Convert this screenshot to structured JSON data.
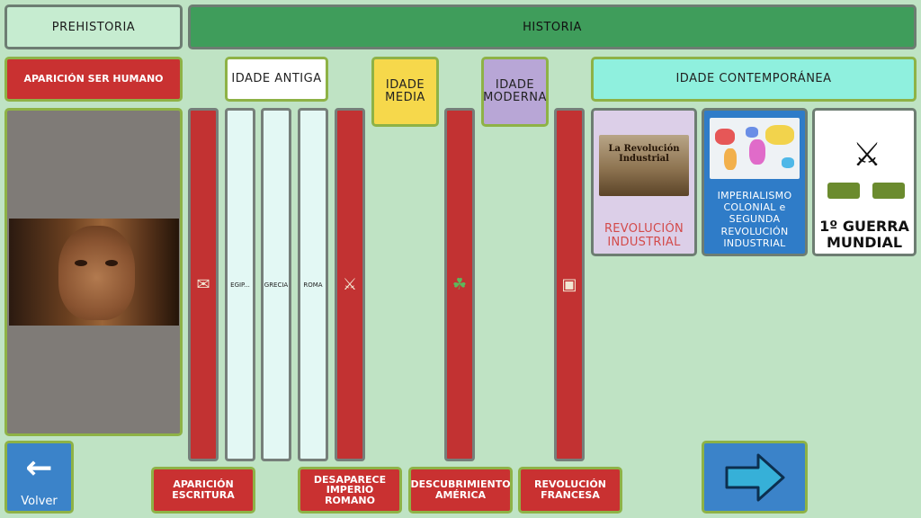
{
  "header": {
    "prehistoria": "PREHISTORIA",
    "historia": "HISTORIA"
  },
  "labels": {
    "aparicion_ser_humano": "APARICIÓN SER HUMANO",
    "aparicion_escritura": "APARICIÓN ESCRITURA",
    "desaparece_imperio_romano": "DESAPARECE IMPERIO ROMANO",
    "descubrimiento_america": "DESCUBRIMIENTO AMÉRICA",
    "revolucion_francesa": "REVOLUCIÓN FRANCESA"
  },
  "eras": {
    "antiga": "IDADE ANTIGA",
    "media": "IDADE MEDIA",
    "moderna": "IDADE MODERNA",
    "contemporanea": "IDADE CONTEMPORÁNEA"
  },
  "columns": {
    "egipto": "EGIP...",
    "grecia": "GRECIA",
    "roma": "ROMA"
  },
  "cards": {
    "revolucion_industrial": {
      "label": "REVOLUCIÓN INDUSTRIAL",
      "image_text": "La Revolución Industrial"
    },
    "imperialismo": {
      "label": "IMPERIALISMO COLONIAL e SEGUNDA REVOLUCIÓN INDUSTRIAL"
    },
    "guerra": {
      "label": "1º GUERRA MUNDIAL"
    }
  },
  "nav": {
    "back_label": "Volver"
  },
  "colors": {
    "background": "#bfe3c4",
    "red": "#c93131",
    "border_green": "#8eb246",
    "blue": "#3b83c9"
  }
}
